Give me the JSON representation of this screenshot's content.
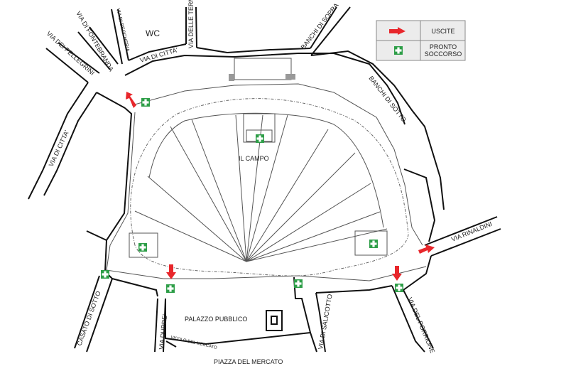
{
  "legend": {
    "exits_label": "USCITE",
    "first_aid_label_line1": "PRONTO",
    "first_aid_label_line2": "SOCCORSO",
    "exit_icon": "red-arrow-icon",
    "first_aid_icon": "green-cross-icon"
  },
  "colors": {
    "exit": "#e8262b",
    "first_aid": "#2e9e48",
    "legend_bg": "#ececec"
  },
  "labels": {
    "wc": "WC",
    "via_dei_pellegrini": "VIA DEI PELLEGRINI",
    "via_di_fontebranda": "VIA DI FONTEBRANDA",
    "via_di_beccheria": "VIA DI BECCHERIA",
    "via_delle_terme": "VIA DELLE TERME",
    "via_di_citta_top": "VIA DI CITTA'",
    "via_di_citta_left": "VIA DI CITTA'",
    "banchi_di_sopra": "BANCHI DI SOPRA",
    "banchi_di_sotto": "BANCHI DI SOTTO",
    "il_campo": "IL CAMPO",
    "via_rinaldini": "VIA RINALDINI",
    "casato_di_sotto": "CASATO DI SOTTO",
    "via_dupre": "VIA DUPRE'",
    "vicolo_del_mercato": "VICOLO DEL MERCATO",
    "palazzo_pubblico": "PALAZZO PUBBLICO",
    "via_di_salicotto": "VIA DI SALICOTTO",
    "via_del_porrione": "VIA DEL PORRIONE",
    "piazza_del_mercato": "PIAZZA DEL MERCATO"
  }
}
